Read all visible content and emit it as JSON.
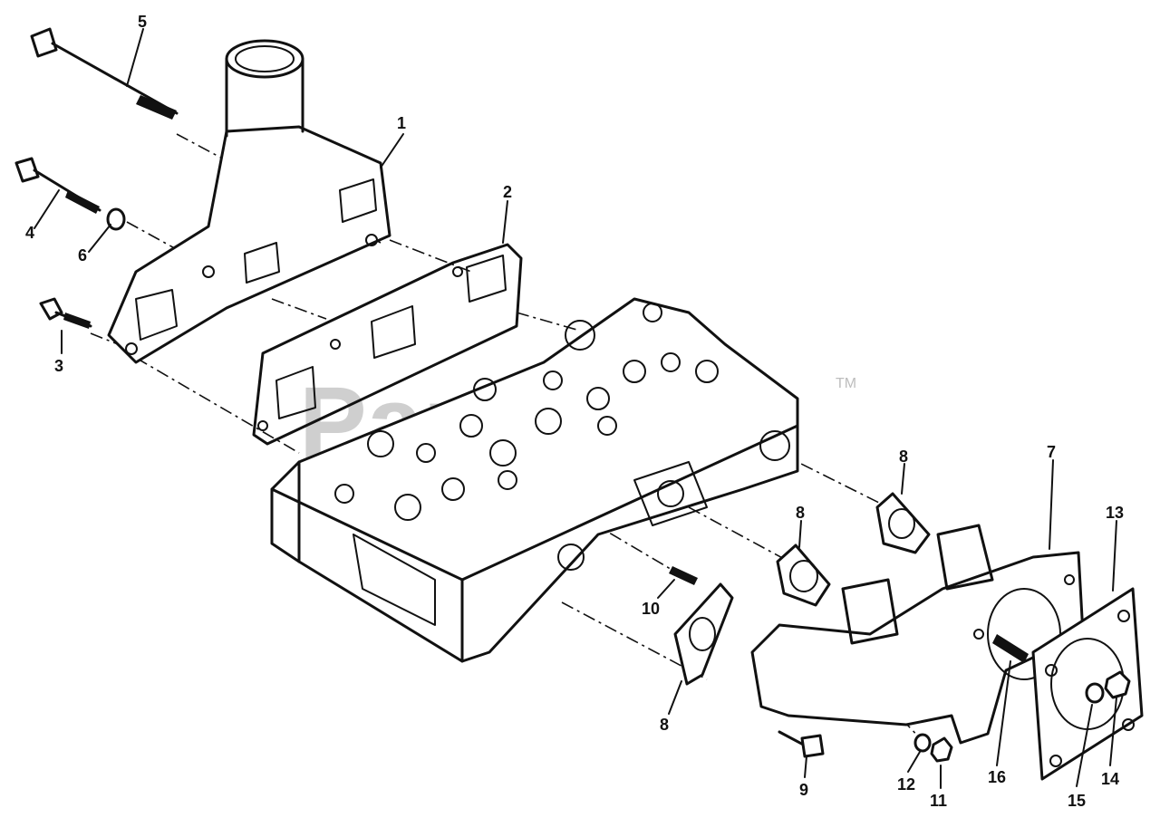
{
  "watermark": {
    "text": "PartsTree",
    "trademark": "TM"
  },
  "callouts": [
    {
      "id": "1",
      "label": "1"
    },
    {
      "id": "2",
      "label": "2"
    },
    {
      "id": "3",
      "label": "3"
    },
    {
      "id": "4",
      "label": "4"
    },
    {
      "id": "5",
      "label": "5"
    },
    {
      "id": "6",
      "label": "6"
    },
    {
      "id": "7",
      "label": "7"
    },
    {
      "id": "8a",
      "label": "8"
    },
    {
      "id": "8b",
      "label": "8"
    },
    {
      "id": "8c",
      "label": "8"
    },
    {
      "id": "9",
      "label": "9"
    },
    {
      "id": "10",
      "label": "10"
    },
    {
      "id": "11",
      "label": "11"
    },
    {
      "id": "12",
      "label": "12"
    },
    {
      "id": "13",
      "label": "13"
    },
    {
      "id": "14",
      "label": "14"
    },
    {
      "id": "15",
      "label": "15"
    },
    {
      "id": "16",
      "label": "16"
    }
  ]
}
